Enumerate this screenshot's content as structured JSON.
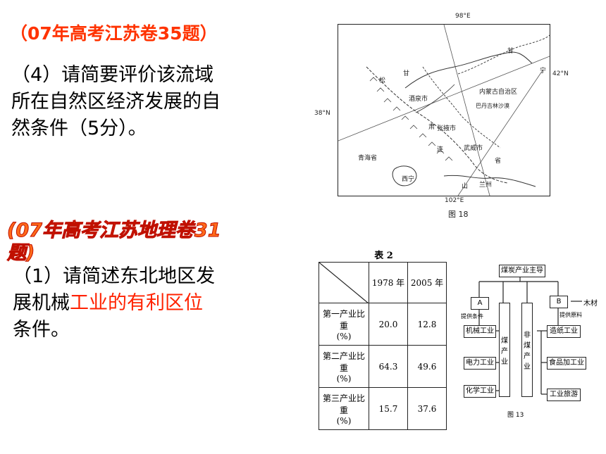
{
  "q1": {
    "title": "（07年高考江苏卷35题）",
    "question_lines": [
      "（4）请简要评价该流域",
      "所在自然区经济发展的自",
      "然条件（5分）。"
    ]
  },
  "q2": {
    "title_line1": "(07年高考江苏地理卷31",
    "title_line2": "题)",
    "line1": "（1）请简述东北地区发",
    "line2_black": "展机械",
    "line2_red": "工业的有利区位",
    "line3": "条件。"
  },
  "map": {
    "lon_top": "98°E",
    "lon_bottom": "102°E",
    "lat_right": "42°N",
    "lat_left": "38°N",
    "labels": [
      "甘",
      "松",
      "酒泉市",
      "张掖市",
      "武威市",
      "肃",
      "连",
      "青海省",
      "内蒙古自治区",
      "巴丹吉林沙漠",
      "甘",
      "省",
      "宁",
      "山",
      "西宁",
      "兰州"
    ],
    "caption": "图 18"
  },
  "table2": {
    "title": "表 2",
    "columns": [
      "",
      "1978 年",
      "2005 年"
    ],
    "rows": [
      {
        "label_line1": "第一产业比重",
        "label_line2": "(%)",
        "v1978": "20.0",
        "v2005": "12.8"
      },
      {
        "label_line1": "第二产业比重",
        "label_line2": "(%)",
        "v1978": "64.3",
        "v2005": "49.6"
      },
      {
        "label_line1": "第三产业比重",
        "label_line2": "(%)",
        "v1978": "15.7",
        "v2005": "37.6"
      }
    ]
  },
  "flowchart": {
    "top": "煤炭产业主导",
    "a": "A",
    "b": "B",
    "wood": "木材",
    "left_note": "提供条件",
    "right_note": "提供原料",
    "coal_industry": [
      "煤",
      "产",
      "业"
    ],
    "non_coal_industry": [
      "非",
      "煤",
      "产",
      "业"
    ],
    "left_boxes": [
      "机械工业",
      "电力工业",
      "化学工业"
    ],
    "right_boxes": [
      "造纸工业",
      "食品加工业",
      "工业旅游"
    ],
    "caption": "图 13"
  }
}
